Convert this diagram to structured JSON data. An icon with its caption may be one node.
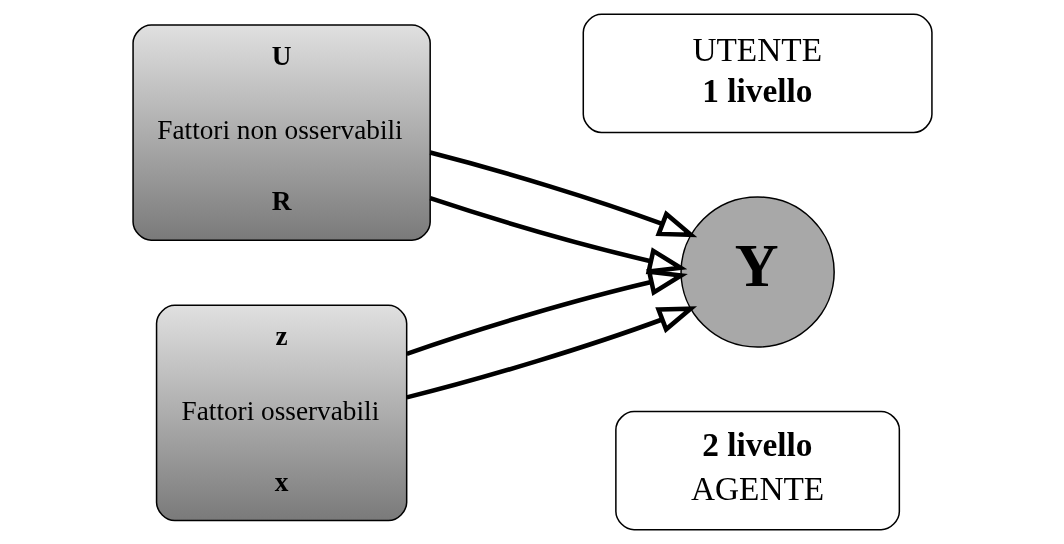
{
  "diagram": {
    "nodes": [
      {
        "text": [
          "2 livello",
          "AGENTE"
        ]
      },
      {
        "text": [
          "U",
          "Fattori non osservabili",
          "R"
        ]
      },
      {
        "text": [
          "Y"
        ]
      },
      {
        "text": [
          "z",
          "Fattori osservabili",
          "x"
        ]
      },
      {
        "text": [
          "UTENTE",
          "1 livello"
        ]
      }
    ],
    "edges": [
      {
        "from": 1,
        "to": 2,
        "arrow": "to"
      },
      {
        "from": 1,
        "to": 2,
        "arrow": "to"
      },
      {
        "from": 3,
        "to": 2,
        "arrow": "to"
      },
      {
        "from": 3,
        "to": 2,
        "arrow": "to"
      }
    ]
  }
}
